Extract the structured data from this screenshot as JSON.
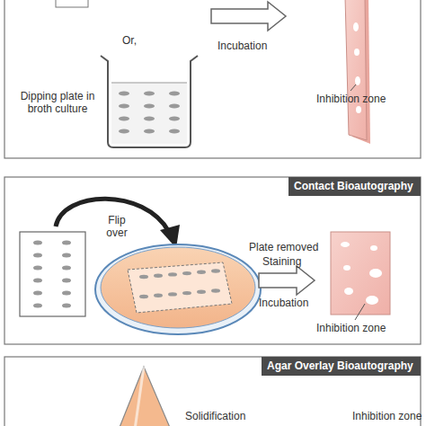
{
  "diagram": {
    "nodes": [
      {
        "text": [
          "Contact Bioautography"
        ]
      },
      {
        "text": [
          "Agar Overlay Bioautography"
        ]
      }
    ],
    "labels": [
      "Or,",
      "Incubation",
      "Dipping plate in broth culture",
      "Inhibition zone",
      "Flip over",
      "Plate removed",
      "Staining",
      "Incubation",
      "Inhibition zone",
      "Solidification",
      "Inhibition zone"
    ]
  }
}
